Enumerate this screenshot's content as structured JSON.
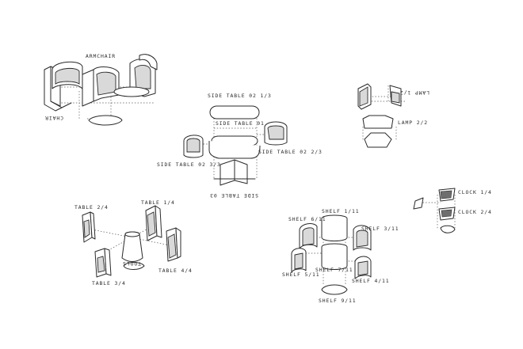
{
  "labels": {
    "armchair": "ARMCHAIR",
    "chair": "CHAIR",
    "lamp_1": "LAMP 1/2",
    "lamp_2": "LAMP 2/2",
    "side_table_02_1": "SIDE TABLE 02 1/3",
    "side_table_01": "SIDE TABLE 01",
    "side_table_02_2": "SIDE TABLE 02 2/3",
    "side_table_02_3": "SIDE TABLE 02 3/3",
    "side_table_03": "SIDE TABLE 03",
    "clock_1": "CLOCK 1/4",
    "clock_2": "CLOCK 2/4",
    "table_1": "TABLE 1/4",
    "table_2": "TABLE 2/4",
    "table_3": "TABLE 3/4",
    "table_4": "TABLE 4/4",
    "tools": "TOOLS",
    "shelf_1": "SHELF 1/11",
    "shelf_3": "SHELF 3/11",
    "shelf_4": "SHELF 4/11",
    "shelf_5": "SHELF 5/11",
    "shelf_6": "SHELF 6/11",
    "shelf_7": "SHELF 7/11",
    "shelf_9": "SHELF 9/11"
  },
  "colors": {
    "ink": "#2a2a2a",
    "shade": "#d9d9d9",
    "paper": "#ffffff"
  }
}
